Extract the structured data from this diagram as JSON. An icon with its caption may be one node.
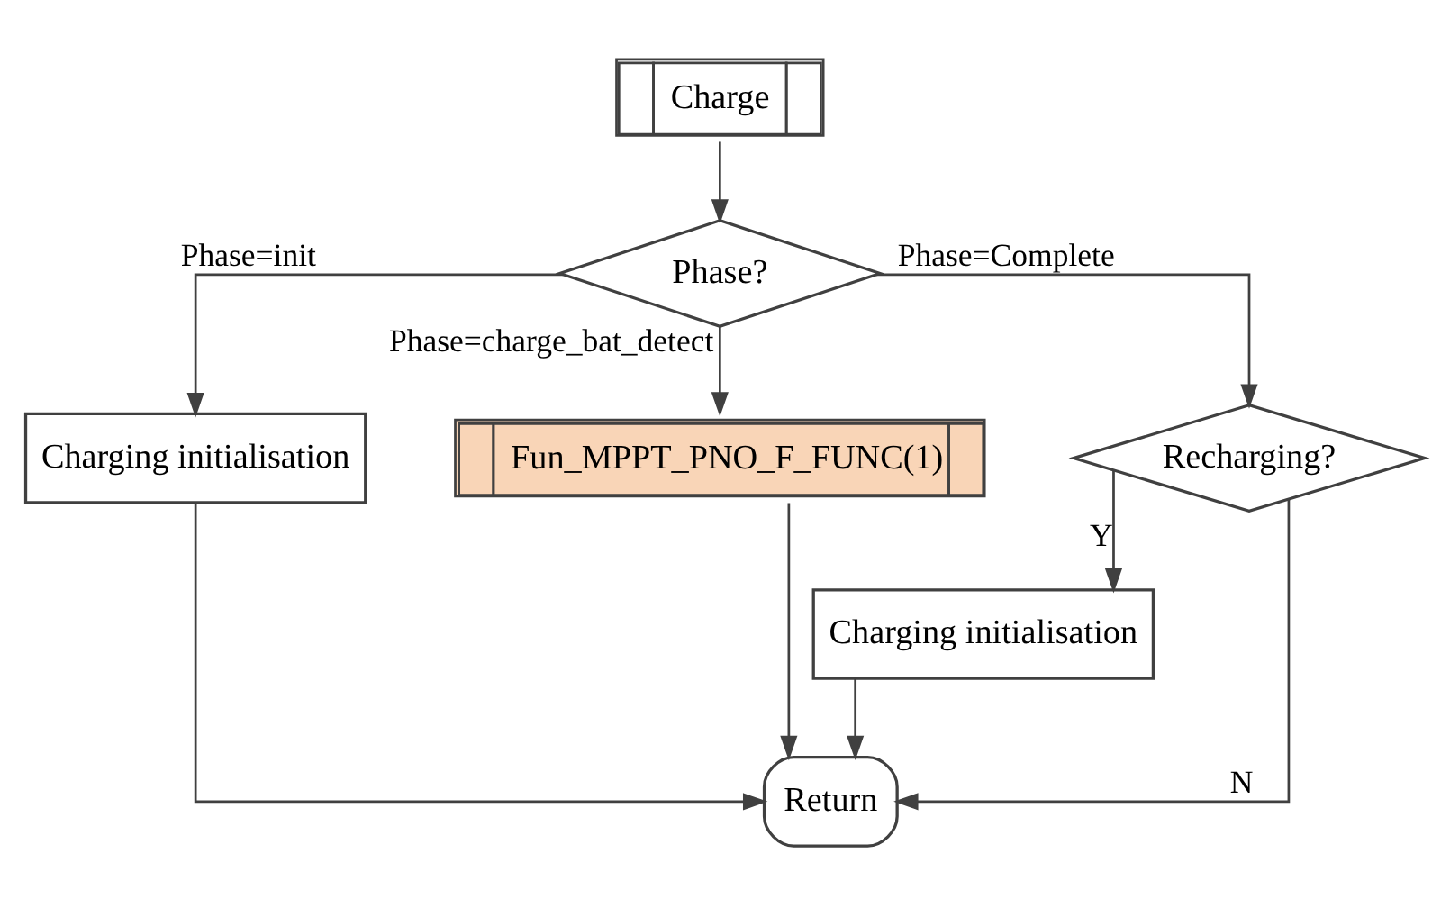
{
  "diagram": {
    "nodes": [
      {
        "text": [
          "Charge"
        ]
      },
      {
        "text": [
          "Phase?"
        ]
      },
      {
        "text": [
          "Charging initialisation"
        ]
      },
      {
        "text": [
          "Fun_MPPT_PNO_F_FUNC(1)"
        ]
      },
      {
        "text": [
          "Recharging?"
        ]
      },
      {
        "text": [
          "Charging initialisation"
        ]
      },
      {
        "text": [
          "Return"
        ]
      }
    ],
    "edges": [
      {
        "from": 0,
        "to": 1,
        "arrow": "to"
      },
      {
        "from": 1,
        "to": 2,
        "arrow": "to",
        "label": "Phase=init"
      },
      {
        "from": 1,
        "to": 3,
        "arrow": "to",
        "label": "Phase=charge_bat_detect"
      },
      {
        "from": 1,
        "to": 4,
        "arrow": "to",
        "label": "Phase=Complete"
      },
      {
        "from": 4,
        "to": 6,
        "arrow": "to",
        "label": "N"
      },
      {
        "from": 4,
        "to": 5,
        "arrow": "to",
        "label": "Y"
      },
      {
        "from": 2,
        "to": 6,
        "arrow": "to"
      },
      {
        "from": 3,
        "to": 6,
        "arrow": "to"
      },
      {
        "from": 5,
        "to": 6,
        "arrow": "to"
      }
    ]
  }
}
